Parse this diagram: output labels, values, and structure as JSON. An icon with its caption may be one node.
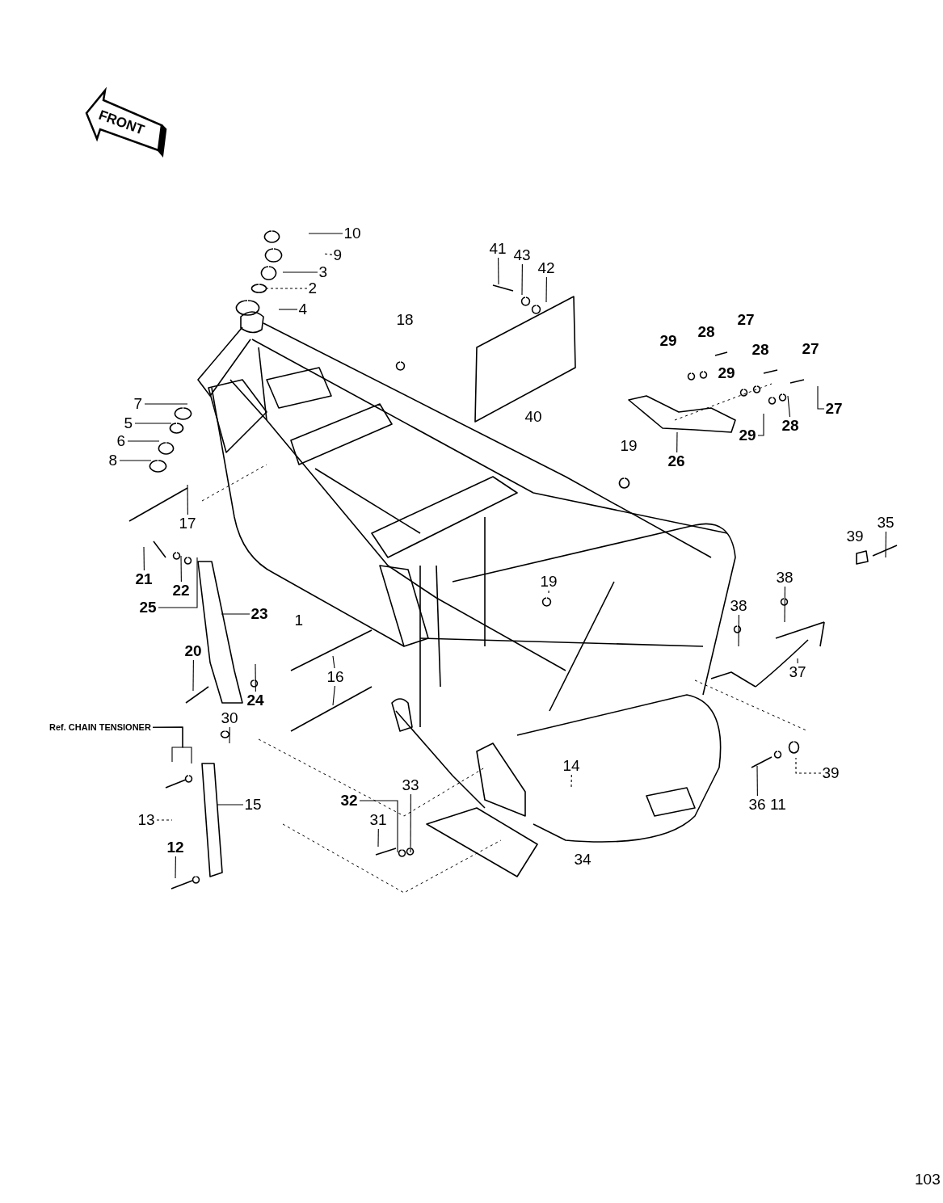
{
  "diagram": {
    "nodes": [
      {
        "text": [
          "10"
        ]
      },
      {
        "text": [
          "9"
        ]
      },
      {
        "text": [
          "3"
        ]
      },
      {
        "text": [
          "2"
        ]
      },
      {
        "text": [
          "4"
        ]
      },
      {
        "text": [
          "7"
        ]
      },
      {
        "text": [
          "5"
        ]
      },
      {
        "text": [
          "6"
        ]
      },
      {
        "text": [
          "8"
        ]
      },
      {
        "text": [
          "17"
        ]
      },
      {
        "text": [
          "41"
        ]
      },
      {
        "text": [
          "43"
        ]
      },
      {
        "text": [
          "42"
        ]
      },
      {
        "text": [
          "26"
        ]
      },
      {
        "text": [
          "29"
        ]
      },
      {
        "text": [
          "19"
        ]
      },
      {
        "text": [
          "21"
        ]
      },
      {
        "text": [
          "22"
        ]
      },
      {
        "text": [
          "25"
        ]
      },
      {
        "text": [
          "23"
        ]
      },
      {
        "text": [
          "20"
        ]
      },
      {
        "text": [
          "24"
        ]
      },
      {
        "text": [
          "16"
        ]
      },
      {
        "text": [
          "30"
        ]
      },
      {
        "text": [
          "13"
        ]
      },
      {
        "text": [
          "12"
        ]
      },
      {
        "text": [
          "15"
        ]
      },
      {
        "text": [
          "32"
        ]
      },
      {
        "text": [
          "33"
        ]
      },
      {
        "text": [
          "31"
        ]
      },
      {
        "text": [
          "14"
        ]
      },
      {
        "text": [
          "36"
        ]
      },
      {
        "text": [
          "39"
        ]
      },
      {
        "text": [
          "35"
        ]
      },
      {
        "text": [
          "38"
        ]
      },
      {
        "text": [
          "38"
        ]
      },
      {
        "text": [
          "37"
        ]
      },
      {
        "text": [
          "27"
        ]
      },
      {
        "text": [
          "28"
        ]
      },
      {
        "text": [
          "Ref. CHAIN TENSIONER"
        ]
      }
    ],
    "edges": [
      {
        "from": 0,
        "to": null,
        "arrow": "none"
      },
      {
        "from": 1,
        "to": null,
        "arrow": "none",
        "style": "dashed"
      },
      {
        "from": 2,
        "to": null,
        "arrow": "none"
      },
      {
        "from": 3,
        "to": null,
        "arrow": "none",
        "style": "dashed"
      },
      {
        "from": 4,
        "to": null,
        "arrow": "none"
      },
      {
        "from": 5,
        "to": null,
        "arrow": "none"
      },
      {
        "from": 6,
        "to": null,
        "arrow": "none"
      },
      {
        "from": 7,
        "to": null,
        "arrow": "none"
      },
      {
        "from": 8,
        "to": null,
        "arrow": "none"
      },
      {
        "from": 9,
        "to": null,
        "arrow": "none"
      },
      {
        "from": 10,
        "to": null,
        "arrow": "none"
      },
      {
        "from": 11,
        "to": null,
        "arrow": "none"
      },
      {
        "from": 12,
        "to": null,
        "arrow": "none"
      },
      {
        "from": 13,
        "to": null,
        "arrow": "none"
      },
      {
        "from": 14,
        "to": null,
        "arrow": "none"
      },
      {
        "from": 15,
        "to": null,
        "arrow": "none",
        "style": "dashed"
      },
      {
        "from": 16,
        "to": null,
        "arrow": "none"
      },
      {
        "from": 17,
        "to": null,
        "arrow": "none"
      },
      {
        "from": 18,
        "to": null,
        "arrow": "none"
      },
      {
        "from": 19,
        "to": null,
        "arrow": "none"
      },
      {
        "from": 20,
        "to": null,
        "arrow": "none"
      },
      {
        "from": 21,
        "to": null,
        "arrow": "none"
      },
      {
        "from": 22,
        "to": null,
        "arrow": "none"
      },
      {
        "from": 22,
        "to": null,
        "arrow": "none"
      },
      {
        "from": 23,
        "to": null,
        "arrow": "none"
      },
      {
        "from": 24,
        "to": null,
        "arrow": "none",
        "style": "dashed"
      },
      {
        "from": 25,
        "to": null,
        "arrow": "none"
      },
      {
        "from": 26,
        "to": null,
        "arrow": "none"
      },
      {
        "from": 27,
        "to": null,
        "arrow": "none"
      },
      {
        "from": 28,
        "to": null,
        "arrow": "none"
      },
      {
        "from": 29,
        "to": null,
        "arrow": "none"
      },
      {
        "from": 30,
        "to": null,
        "arrow": "none",
        "style": "dashed"
      },
      {
        "from": 31,
        "to": null,
        "arrow": "none"
      },
      {
        "from": 32,
        "to": null,
        "arrow": "none",
        "style": "dashed"
      },
      {
        "from": 33,
        "to": null,
        "arrow": "none"
      },
      {
        "from": 34,
        "to": null,
        "arrow": "none"
      },
      {
        "from": 35,
        "to": null,
        "arrow": "none"
      },
      {
        "from": 36,
        "to": null,
        "arrow": "none"
      },
      {
        "from": 37,
        "to": null,
        "arrow": "none"
      },
      {
        "from": 38,
        "to": null,
        "arrow": "none"
      },
      {
        "from": 39,
        "to": null,
        "arrow": "none"
      },
      {
        "from": 39,
        "to": null,
        "arrow": "none"
      }
    ],
    "labels": [
      "FRONT",
      "18",
      "27",
      "28",
      "29",
      "28",
      "27",
      "29",
      "40",
      "19",
      "39",
      "1",
      "11",
      "34",
      "103"
    ]
  }
}
